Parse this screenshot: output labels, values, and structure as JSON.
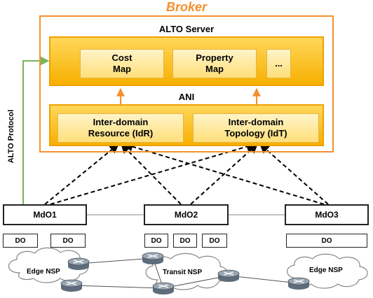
{
  "broker": {
    "title": "Broker",
    "alto_server": {
      "title": "ALTO Server",
      "cost_map": "Cost\nMap",
      "property_map": "Property\nMap",
      "more": "..."
    },
    "ani": {
      "title": "ANI",
      "idr": "Inter-domain\nResource (IdR)",
      "idt": "Inter-domain\nTopology (IdT)"
    }
  },
  "alto_protocol_label": "ALTO Protocol",
  "domains": [
    {
      "name": "MdO1",
      "dos": [
        "DO",
        "DO"
      ]
    },
    {
      "name": "MdO2",
      "dos": [
        "DO",
        "DO",
        "DO"
      ]
    },
    {
      "name": "MdO3",
      "dos": [
        "DO"
      ]
    }
  ],
  "clouds": [
    {
      "label": "Edge NSP"
    },
    {
      "label": "Transit NSP"
    },
    {
      "label": "Edge NSP"
    }
  ],
  "colors": {
    "broker_border": "#f4902e",
    "box_fill": "#f7b000",
    "arrow_orange": "#f4902e",
    "protocol_green": "#7cb45c"
  }
}
